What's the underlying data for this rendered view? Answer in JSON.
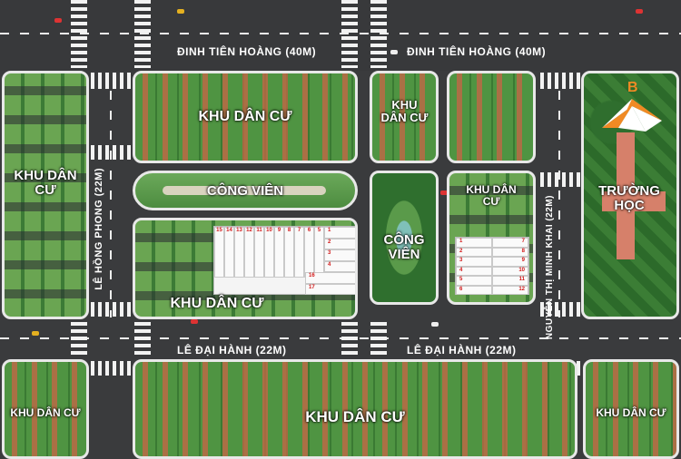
{
  "roads": {
    "top_left": "ĐINH TIÊN HOÀNG (40M)",
    "top_right": "ĐINH TIÊN HOÀNG (40M)",
    "left_vertical": "LÊ HỒNG PHONG (22M)",
    "right_vertical": "NGUYỄN THỊ MINH KHAI (22M)",
    "bottom_left": "LÊ ĐẠI HÀNH (22M)",
    "bottom_right": "LÊ ĐẠI HÀNH (22M)"
  },
  "zones": {
    "left": "KHU DÂN CƯ",
    "top_center": "KHU DÂN CƯ",
    "park_strip": "CÔNG VIÊN",
    "center_lower": "KHU DÂN CƯ",
    "mid_top": "KHU DÂN CƯ",
    "mid_park": "CÔNG VIÊN",
    "right_lots": "KHU DÂN CƯ",
    "school": "TRƯỜNG HỌC",
    "bottom_left": "KHU DÂN CƯ",
    "bottom_center": "KHU DÂN CƯ",
    "bottom_right": "KHU DÂN CƯ"
  },
  "lots_a": {
    "top_row": [
      "15",
      "14",
      "13",
      "12",
      "11",
      "10",
      "9",
      "8",
      "7",
      "6",
      "5"
    ],
    "right_col": [
      "1",
      "2",
      "3",
      "4",
      "16",
      "17"
    ]
  },
  "lots_b": {
    "left_col": [
      "1",
      "2",
      "3",
      "4",
      "5",
      "6"
    ],
    "right_col": [
      "7",
      "8",
      "9",
      "10",
      "11",
      "12"
    ]
  },
  "logo": {
    "letter": "B"
  },
  "colors": {
    "road": "#38393b",
    "grass": "#4f9442",
    "lot_number": "#d21818",
    "logo_orange": "#f08a24"
  }
}
